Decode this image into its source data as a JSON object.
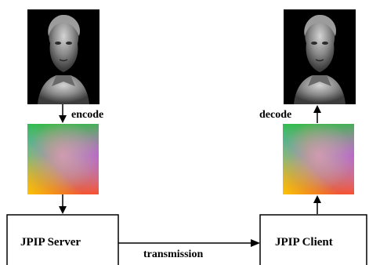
{
  "diagram": {
    "left_column": {
      "step_label": "encode",
      "box_label": "JPIP Server",
      "bust_image": "beethoven-bust-grayscale",
      "geometry_image": "geometry-image-rainbow"
    },
    "right_column": {
      "step_label": "decode",
      "box_label": "JPIP Client",
      "bust_image": "beethoven-bust-grayscale",
      "geometry_image": "geometry-image-rainbow"
    },
    "link_label": "transmission",
    "colors": {
      "line": "#000000",
      "text": "#000000",
      "image_background": "#000000"
    }
  }
}
